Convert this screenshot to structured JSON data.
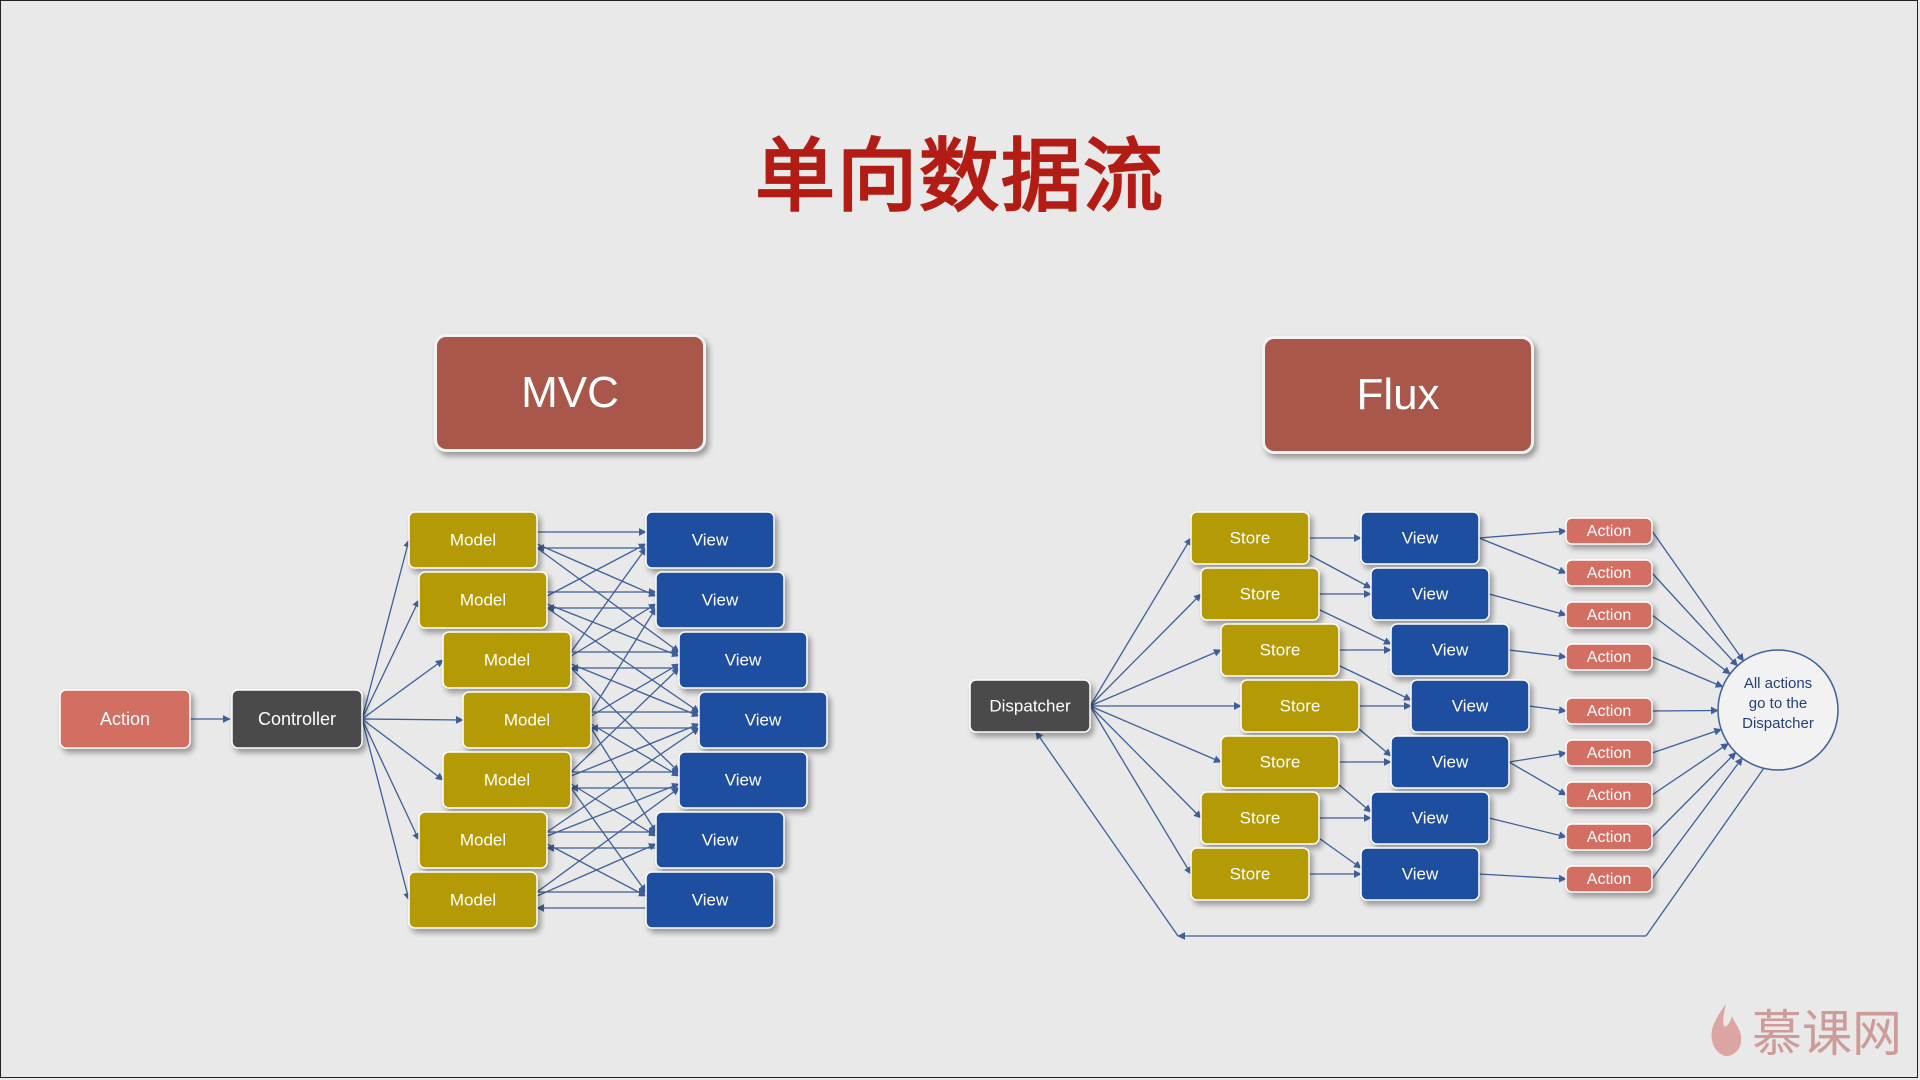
{
  "title": "单向数据流",
  "mvc": {
    "header": "MVC",
    "action": "Action",
    "controller": "Controller",
    "models": [
      "Model",
      "Model",
      "Model",
      "Model",
      "Model",
      "Model",
      "Model"
    ],
    "views": [
      "View",
      "View",
      "View",
      "View",
      "View",
      "View",
      "View"
    ]
  },
  "flux": {
    "header": "Flux",
    "dispatcher": "Dispatcher",
    "stores": [
      "Store",
      "Store",
      "Store",
      "Store",
      "Store",
      "Store",
      "Store"
    ],
    "views": [
      "View",
      "View",
      "View",
      "View",
      "View",
      "View",
      "View"
    ],
    "actions": [
      "Action",
      "Action",
      "Action",
      "Action",
      "Action",
      "Action",
      "Action",
      "Action",
      "Action"
    ],
    "circle_text": [
      "All actions",
      "go to the",
      "Dispatcher"
    ]
  },
  "colors": {
    "action": "#d36e63",
    "controller": "#4a4a4a",
    "model": "#b49a05",
    "view": "#1e4ea0",
    "header": "#a9574b",
    "title": "#b21c14",
    "edge": "#3e5f99"
  },
  "watermark": "慕课网"
}
